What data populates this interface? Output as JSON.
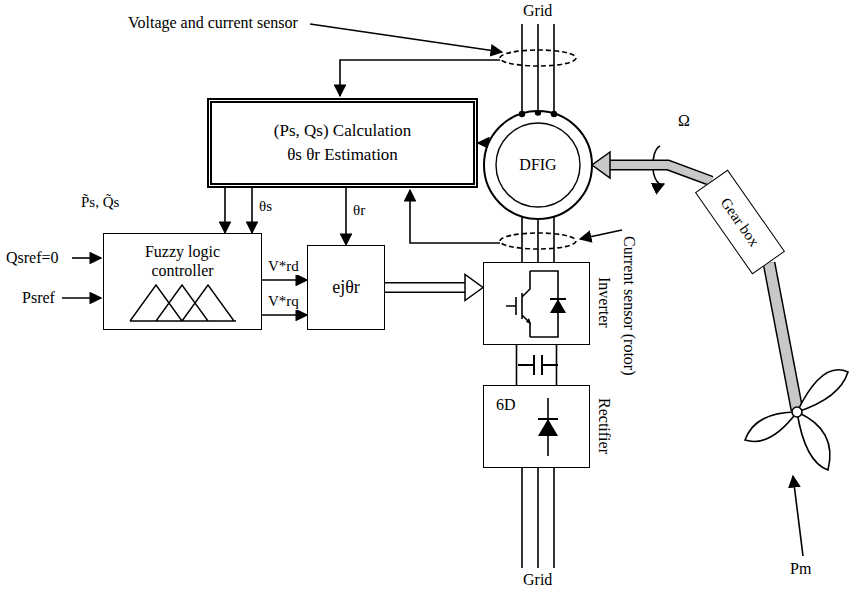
{
  "diagram": {
    "nodes": [
      {
        "text": [
          "(Ps, Qs) Calculation",
          "θs θr Estimation"
        ]
      },
      {
        "text": [
          "Fuzzy logic controller"
        ]
      },
      {
        "text": [
          "ejθr"
        ]
      },
      {
        "text": [
          "DFIG"
        ]
      },
      {
        "text": [
          "Inverter"
        ]
      },
      {
        "text": [
          "6D",
          "Rectifier"
        ]
      },
      {
        "text": [
          "Gear box"
        ]
      }
    ],
    "edges": [
      {
        "from": 3,
        "to": 0,
        "arrow": "to"
      },
      {
        "from": 0,
        "to": 1,
        "label": "P̃s, Q̃s",
        "arrow": "to"
      },
      {
        "from": 0,
        "to": 1,
        "label": "θs",
        "arrow": "to"
      },
      {
        "from": 0,
        "to": 2,
        "label": "θr",
        "arrow": "to"
      },
      {
        "from": 1,
        "to": 2,
        "label": "V*rd",
        "arrow": "to"
      },
      {
        "from": 1,
        "to": 2,
        "label": "V*rq",
        "arrow": "to"
      },
      {
        "from": 2,
        "to": 4,
        "arrow": "to"
      },
      {
        "from": 4,
        "to": 3,
        "arrow": "none"
      },
      {
        "from": 5,
        "to": 4,
        "arrow": "none"
      },
      {
        "from": 6,
        "to": 3,
        "arrow": "to"
      }
    ],
    "labels": [
      "Grid",
      "Voltage and current sensor",
      "Current sensor (rotor)",
      "Grid",
      "Qsref=0",
      "Psref",
      "Ω",
      "Pm"
    ]
  }
}
